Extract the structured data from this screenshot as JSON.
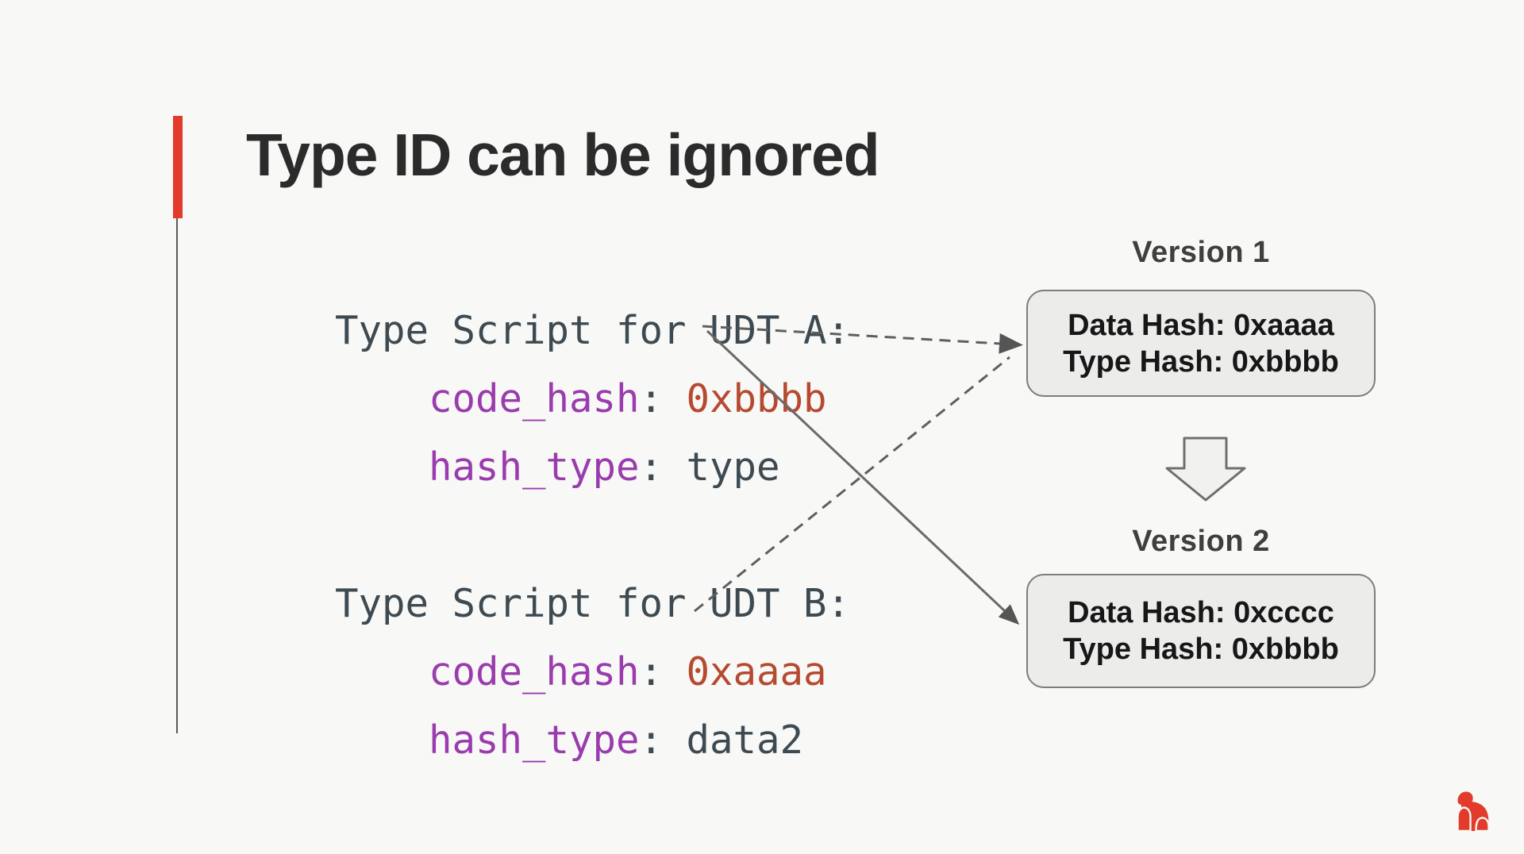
{
  "slide": {
    "title": "Type ID can be ignored"
  },
  "colors": {
    "background": "#f8f8f6",
    "accent": "#e23b2b",
    "title-text": "#2b2b2b",
    "code-slate": "#3d4a51",
    "code-purple": "#9a3bae",
    "code-value-red": "#b54a31",
    "box-fill": "#ececeb",
    "box-border": "#7d7d7d",
    "box-text": "#171717",
    "label-gray": "#3f3f3f",
    "arrow-gray": "#5f5f5f"
  },
  "code": {
    "udt_a": {
      "header": "Type Script for UDT A:",
      "code_hash_key": "code_hash",
      "code_hash_sep": ": ",
      "code_hash_value": "0xbbbb",
      "hash_type_key": "hash_type",
      "hash_type_sep": ": ",
      "hash_type_value": "type"
    },
    "udt_b": {
      "header": "Type Script for UDT B:",
      "code_hash_key": "code_hash",
      "code_hash_sep": ": ",
      "code_hash_value": "0xaaaa",
      "hash_type_key": "hash_type",
      "hash_type_sep": ": ",
      "hash_type_value": "data2"
    }
  },
  "versions": {
    "v1": {
      "label": "Version 1",
      "data_hash": "Data Hash: 0xaaaa",
      "type_hash": "Type Hash: 0xbbbb"
    },
    "v2": {
      "label": "Version 2",
      "data_hash": "Data Hash: 0xcccc",
      "type_hash": "Type Hash: 0xbbbb"
    }
  },
  "connections": [
    {
      "from": "UDT A code_hash 0xbbbb",
      "to": "Version 1 box",
      "style": "dashed-arrow"
    },
    {
      "from": "UDT B code_hash 0xaaaa",
      "to": "Version 1 box",
      "style": "dashed-arrow"
    },
    {
      "from": "UDT A code_hash 0xbbbb",
      "to": "Version 2 box",
      "style": "solid-arrow"
    },
    {
      "from": "Version 1 box",
      "to": "Version 2 box",
      "style": "block-down-arrow"
    }
  ],
  "logo": {
    "name": "gorilla brand mark",
    "color": "#e23b2b"
  }
}
